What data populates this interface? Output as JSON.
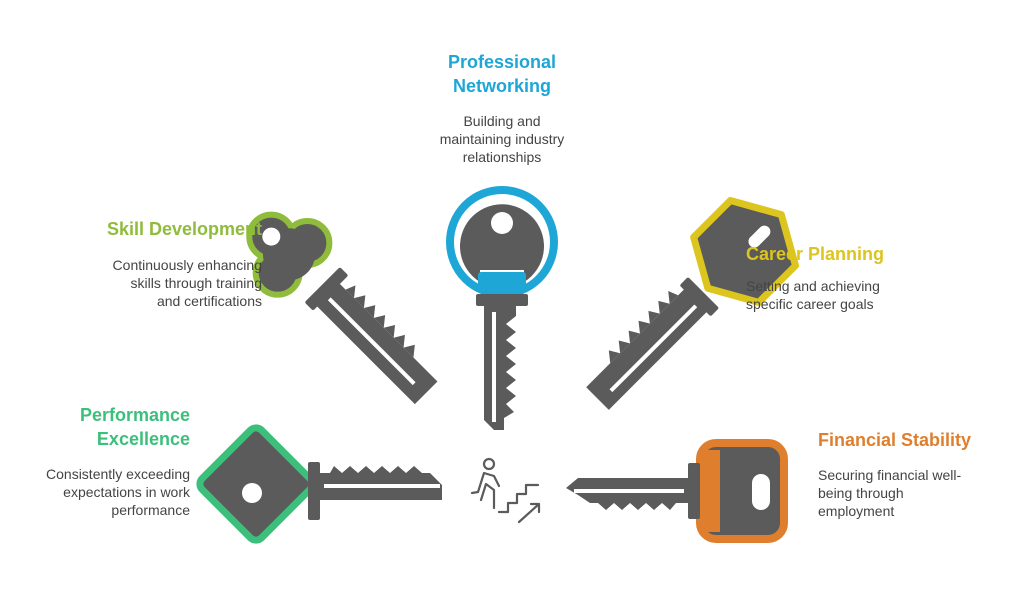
{
  "colors": {
    "key": "#5b5b5b",
    "blue": "#1ea6d6",
    "lime": "#8fbc3b",
    "yellow": "#dcc51e",
    "green": "#3dbf7c",
    "orange": "#df7f2e"
  },
  "center": {
    "icon": "person-climbing-stairs-icon"
  },
  "keys": [
    {
      "id": "professional-networking",
      "title": "Professional\nNetworking",
      "description": "Building and\nmaintaining industry\nrelationships",
      "color": "#1ea6d6",
      "icon": "round-key-icon"
    },
    {
      "id": "skill-development",
      "title": "Skill Development",
      "description": "Continuously enhancing\nskills through training\nand certifications",
      "color": "#8fbc3b",
      "icon": "cloverleaf-key-icon"
    },
    {
      "id": "career-planning",
      "title": "Career Planning",
      "description": "Setting and achieving\nspecific career goals",
      "color": "#dcc51e",
      "icon": "hexagon-key-icon"
    },
    {
      "id": "performance-excellence",
      "title": "Performance\nExcellence",
      "description": "Consistently exceeding\nexpectations in work\nperformance",
      "color": "#3dbf7c",
      "icon": "diamond-key-icon"
    },
    {
      "id": "financial-stability",
      "title": "Financial Stability",
      "description": "Securing financial well-\nbeing through\nemployment",
      "color": "#df7f2e",
      "icon": "rounded-square-key-icon"
    }
  ]
}
